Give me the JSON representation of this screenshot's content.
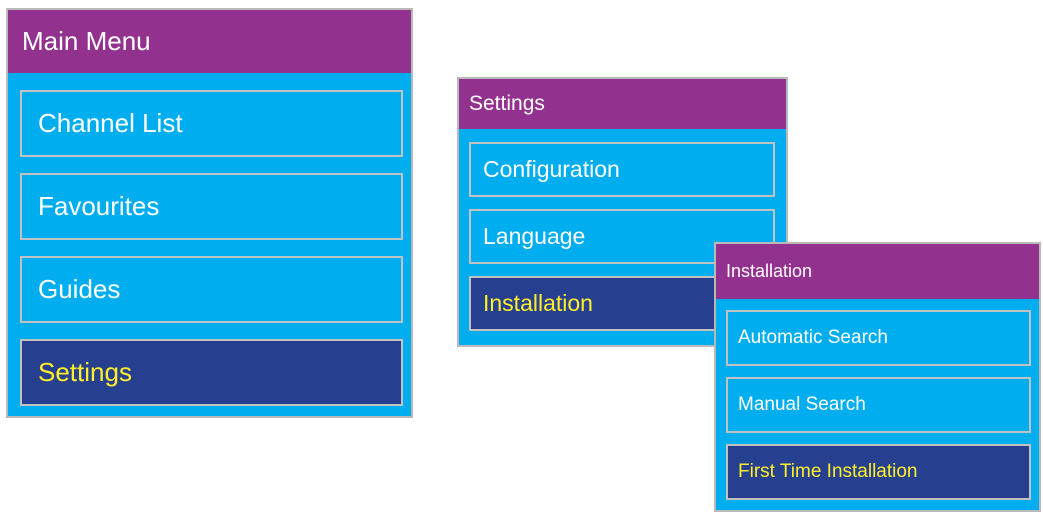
{
  "colors": {
    "panel_background": "#00aeef",
    "header_background": "#93328e",
    "selected_background": "#263f8f",
    "selected_text": "#ffef2a",
    "normal_text": "#ffffff",
    "border": "#c2c2c2"
  },
  "main_menu": {
    "title": "Main Menu",
    "items": [
      {
        "label": "Channel List",
        "selected": false
      },
      {
        "label": "Favourites",
        "selected": false
      },
      {
        "label": "Guides",
        "selected": false
      },
      {
        "label": "Settings",
        "selected": true
      }
    ]
  },
  "settings_menu": {
    "title": "Settings",
    "items": [
      {
        "label": "Configuration",
        "selected": false
      },
      {
        "label": "Language",
        "selected": false
      },
      {
        "label": "Installation",
        "selected": true
      }
    ]
  },
  "installation_menu": {
    "title": "Installation",
    "items": [
      {
        "label": "Automatic Search",
        "selected": false
      },
      {
        "label": "Manual Search",
        "selected": false
      },
      {
        "label": "First Time Installation",
        "selected": true
      }
    ]
  }
}
